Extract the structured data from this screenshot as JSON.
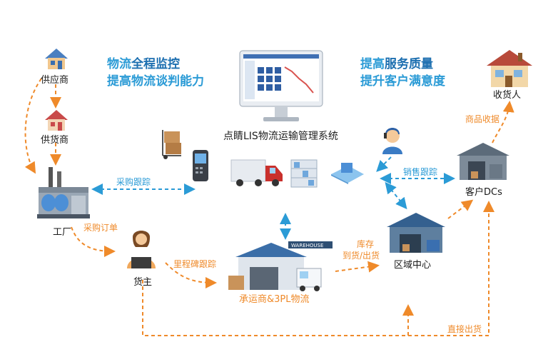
{
  "slogans": {
    "left_line1_a": "物流",
    "left_line1_b": "全程监控",
    "left_line2": "提高物流谈判能力",
    "right_line1_a": "提高",
    "right_line1_b": "服务质量",
    "right_line2": "提升客户满意度"
  },
  "system": {
    "title": "点睛LIS物流运输管理系统"
  },
  "nodes": {
    "supplier": "供应商",
    "vendor": "供货商",
    "factory": "工厂",
    "cargo_owner": "货主",
    "carrier": "承运商&3PL物流",
    "regional_center": "区域中心",
    "customer_dcs": "客户DCs",
    "receiver": "收货人"
  },
  "flows": {
    "purchase_tracking": "采购跟踪",
    "purchase_order": "采购订单",
    "milestone_tracking": "里程碑跟踪",
    "stock_in_out_line1": "库存",
    "stock_in_out_line2": "到货/出货",
    "sales_tracking": "销售跟踪",
    "goods_receipt": "商品收据",
    "direct_shipping": "直接出货"
  },
  "warehouse_sign": "WAREHOUSE",
  "colors": {
    "orange_arrow": "#ef8a2a",
    "blue_arrow": "#2b9bd6",
    "slogan_blue": "#2b9bd6",
    "slogan_dark_blue": "#1d6fb0"
  }
}
